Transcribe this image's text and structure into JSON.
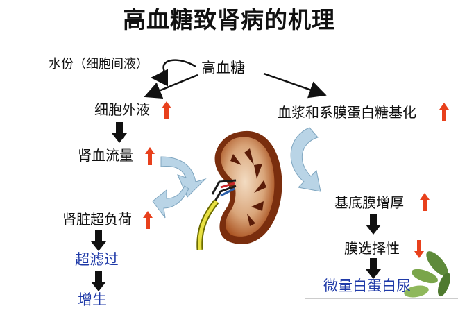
{
  "title": "高血糖致肾病的机理",
  "center": "高血糖",
  "left_chain": {
    "water": "水份（细胞间液）",
    "extracellular": "细胞外液",
    "renal_blood_flow": "肾血流量",
    "renal_load": "肾脏超负荷",
    "hyperfiltration": "超滤过",
    "proliferation": "增生"
  },
  "right_chain": {
    "glycation": "血浆和系膜蛋白糖基化",
    "basement_membrane": "基底膜增厚",
    "selectivity": "膜选择性",
    "microalbuminuria": "微量白蛋白尿"
  },
  "colors": {
    "up_arrow": "#e8401c",
    "down_arrow": "#111111",
    "blue_text": "#1f3aa8",
    "curved_arrow": "#b9d4e6",
    "kidney": "#b5541c"
  }
}
